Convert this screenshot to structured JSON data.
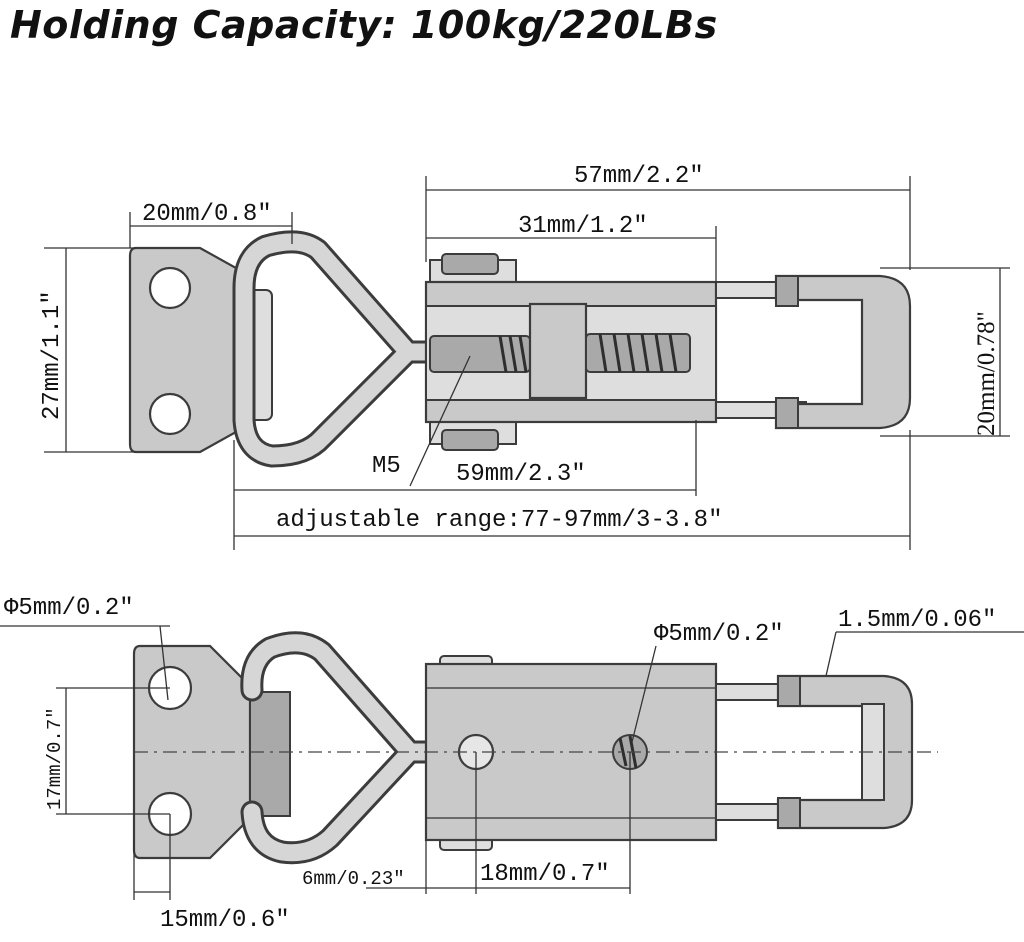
{
  "title": "Holding Capacity: 100kg/220LBs",
  "top_view": {
    "dim_overall_length": "57mm/2.2″",
    "dim_body_length": "31mm/1.2″",
    "dim_bail_width": "20mm/0.8″",
    "dim_plate_height": "27mm/1.1″",
    "dim_hook_height": "20mm/0.78\"",
    "screw_label": "M5",
    "dim_closed_length": "59mm/2.3″",
    "dim_adjustable_range": "adjustable range:77-97mm/3-3.8″"
  },
  "bottom_view": {
    "dim_plate_hole": "Φ5mm/0.2″",
    "dim_body_hole": "Φ5mm/0.2″",
    "dim_hook_thickness": "1.5mm/0.06″",
    "dim_hole_spacing_vertical": "17mm/0.7″",
    "dim_hole_offset": "6mm/0.23″",
    "dim_body_hole_spacing": "18mm/0.7″",
    "dim_plate_hole_horizontal": "15mm/0.6″"
  }
}
